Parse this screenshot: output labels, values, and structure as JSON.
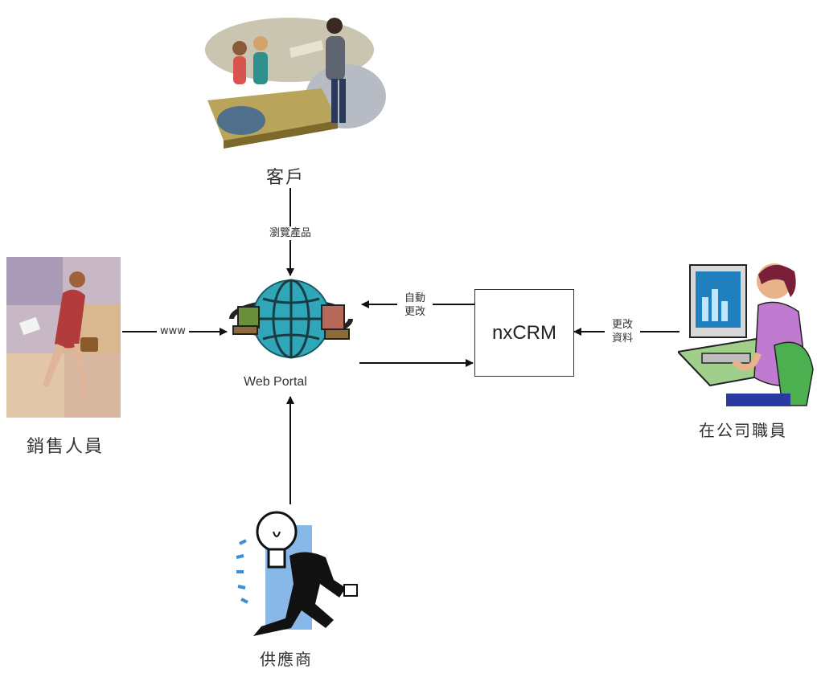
{
  "nodes": {
    "customer": "客戶",
    "sales": "銷售人員",
    "portal": "Web Portal",
    "crm": "nxCRM",
    "staff": "在公司職員",
    "supplier": "供應商"
  },
  "edges": {
    "browse": "瀏覽產品",
    "www": "www",
    "auto_update_1": "自動",
    "auto_update_2": "更改",
    "change_data_1": "更改",
    "change_data_2": "資料"
  }
}
